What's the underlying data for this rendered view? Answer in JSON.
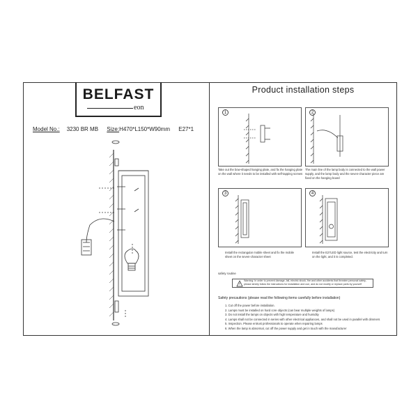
{
  "brand": {
    "name": "BELFAST",
    "sub": "eon"
  },
  "product": {
    "model_label": "Model No.:",
    "model_value": "3230 BR MB",
    "size_label": "Size:",
    "size_value": "H470*L150*W90mm",
    "socket": "E27*1"
  },
  "install": {
    "title": "Product installation steps",
    "steps": [
      {
        "number": "1",
        "text": "Take out the bow-shaped hanging plate, and fix the hanging plate on the wall where it needs to be installed with self-tapping screws"
      },
      {
        "number": "2",
        "text": "The main line of the lamp body is connected to the wall power supply, and the lamp body and the seven-character piece are fixed on the hanging board"
      },
      {
        "number": "3",
        "text": "Install the rectangular mobile sheet and fix the mobile sheet on the seven-character sheet"
      },
      {
        "number": "4",
        "text": "Install the E27LED light source, test the electricity and turn on the light, and it is completed."
      }
    ]
  },
  "safety": {
    "heading": "safety routine",
    "warning": "Warning: In order to prevent damage, fall, electric shock, fire and other accidents that threaten personal safety, please strictly follow the instructions for installation and use, and do not modify or replace parts by yourself",
    "precautions_title": "Safety precautions (please read the following items carefully before installation)",
    "precautions": [
      "1. Cut off the power before installation.",
      "2. Lamps must be installed on hard core objects (can bear multiple weights of lamps)",
      "3. Do not install the lamps on objects with high temperature and humidity",
      "4. Lamps shall not be connected in series with other electrical appliances, and shall not be used in parallel with dimmers",
      "5. Inspection. Please entrust professionals to operate when repairing lamps",
      "6. When the lamp is abnormal, cut off the power supply and get in touch with the manufacturer"
    ]
  }
}
